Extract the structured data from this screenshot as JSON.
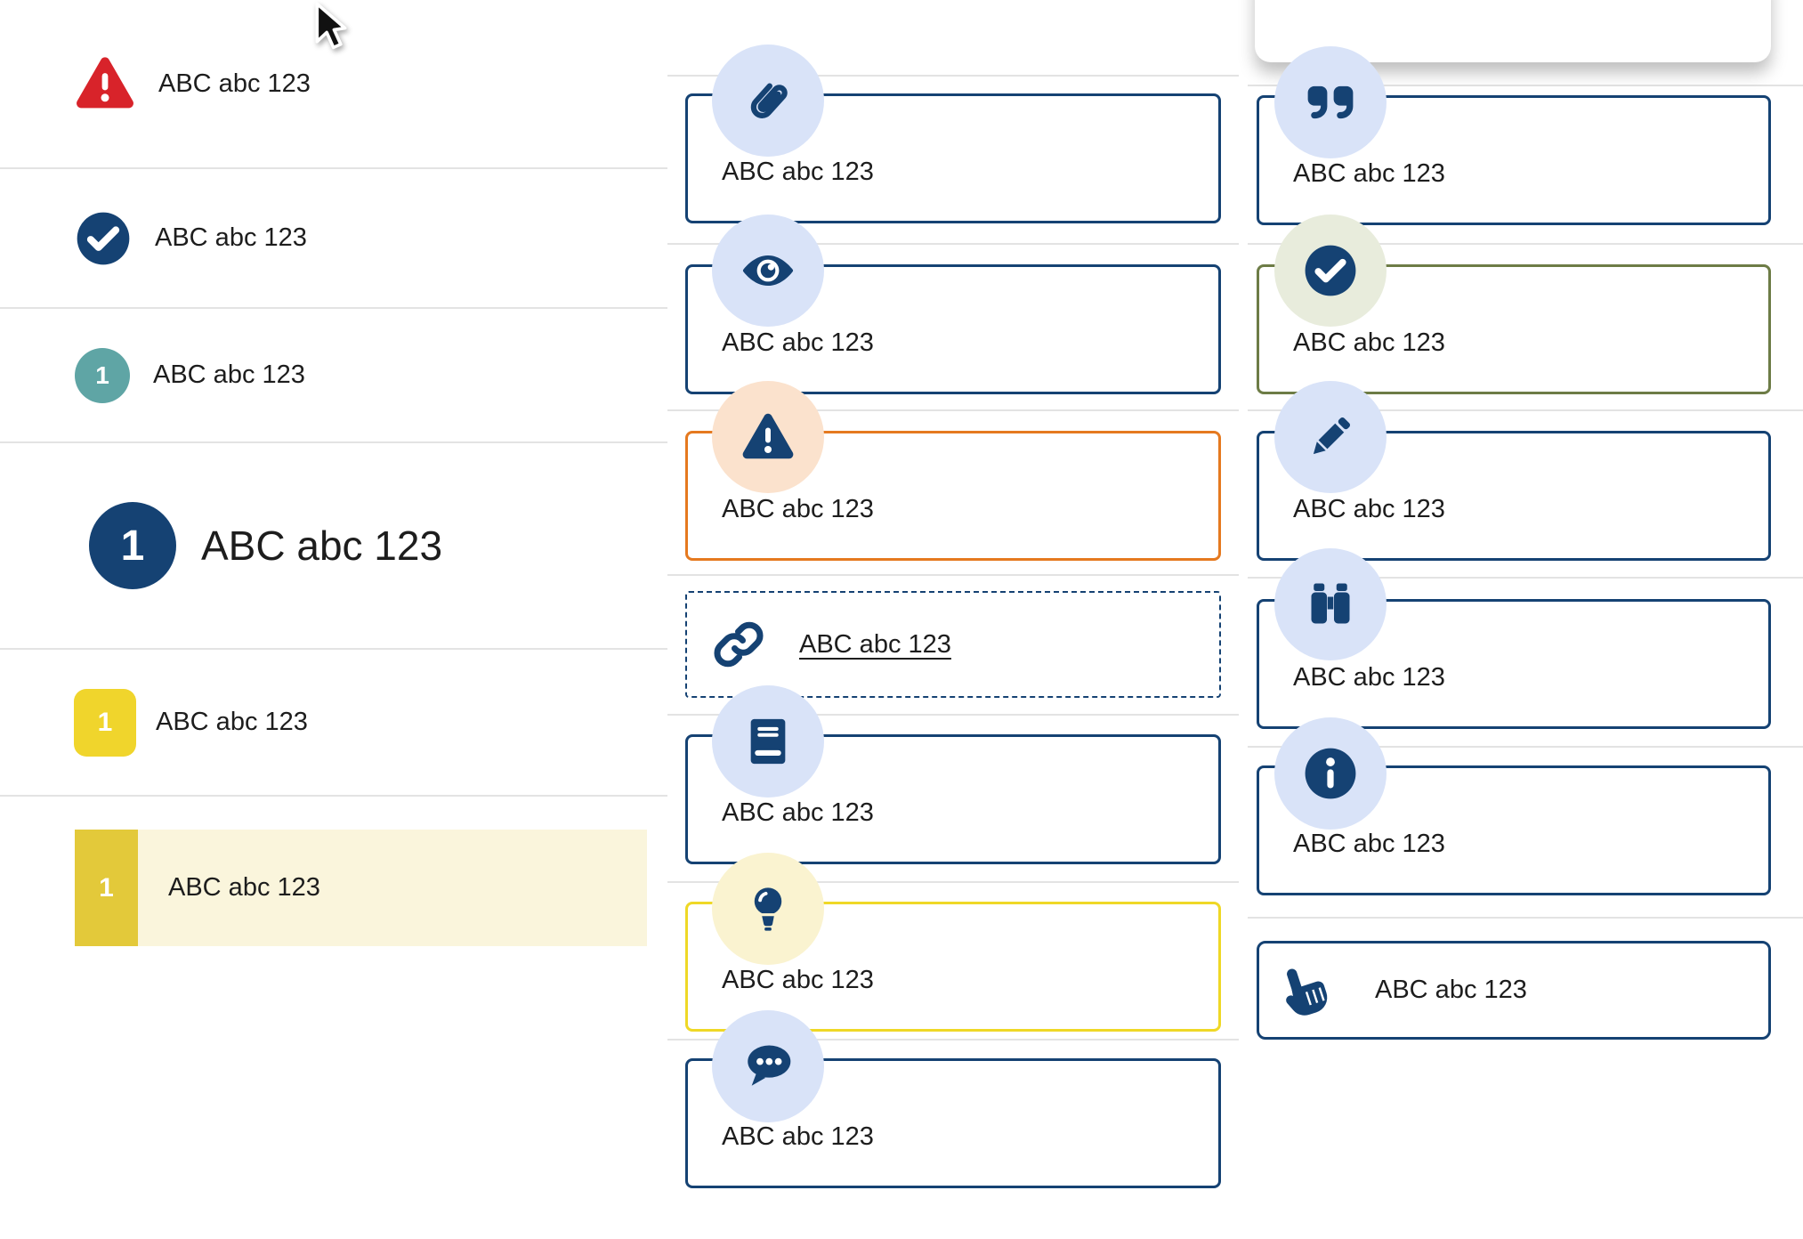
{
  "colors": {
    "navy": "#154273",
    "red": "#d8232a",
    "teal": "#5fa5a5",
    "yellow": "#f0d52c",
    "yellowDark": "#e3c93a",
    "cream": "#faf5dc",
    "orange": "#e5791f",
    "bulbYellow": "#efd826",
    "green": "#6d7c46",
    "badgeBlue": "#d9e3f8",
    "badgePeach": "#fbe2cd",
    "badgeCream": "#faf3d0",
    "badgeSage": "#e8ecdc",
    "divider": "#e3e3e3",
    "text": "#1d1d1d"
  },
  "left_list": {
    "items": [
      {
        "icon": "alert-triangle-icon",
        "label": "ABC abc 123"
      },
      {
        "icon": "check-circle-icon",
        "label": "ABC abc 123"
      },
      {
        "icon": "number-badge-teal",
        "number": "1",
        "label": "ABC abc 123"
      },
      {
        "icon": "number-badge-navy-large",
        "number": "1",
        "label": "ABC abc 123"
      },
      {
        "icon": "number-badge-yellow",
        "number": "1",
        "label": "ABC abc 123"
      },
      {
        "icon": "number-badge-yellow-dark",
        "number": "1",
        "label": "ABC abc 123",
        "highlighted": true
      }
    ]
  },
  "middle_callouts": [
    {
      "icon": "paperclip-icon",
      "variant": "navy",
      "label": "ABC abc 123"
    },
    {
      "icon": "eye-icon",
      "variant": "navy",
      "label": "ABC abc 123"
    },
    {
      "icon": "alert-triangle-icon",
      "variant": "orange",
      "label": "ABC abc 123"
    },
    {
      "icon": "link-icon",
      "variant": "dashed-link",
      "label": "ABC abc 123"
    },
    {
      "icon": "book-icon",
      "variant": "navy",
      "label": "ABC abc 123"
    },
    {
      "icon": "lightbulb-icon",
      "variant": "yellow",
      "label": "ABC abc 123"
    },
    {
      "icon": "chat-icon",
      "variant": "navy",
      "label": "ABC abc 123"
    }
  ],
  "right_callouts": [
    {
      "icon": "quote-icon",
      "variant": "navy",
      "label": "ABC abc 123"
    },
    {
      "icon": "check-circle-icon",
      "variant": "green",
      "label": "ABC abc 123"
    },
    {
      "icon": "pencil-icon",
      "variant": "navy",
      "label": "ABC abc 123"
    },
    {
      "icon": "binoculars-icon",
      "variant": "navy",
      "label": "ABC abc 123"
    },
    {
      "icon": "info-icon",
      "variant": "navy",
      "label": "ABC abc 123"
    },
    {
      "icon": "hand-pointer-icon",
      "variant": "navy-inline",
      "label": "ABC abc 123"
    }
  ]
}
